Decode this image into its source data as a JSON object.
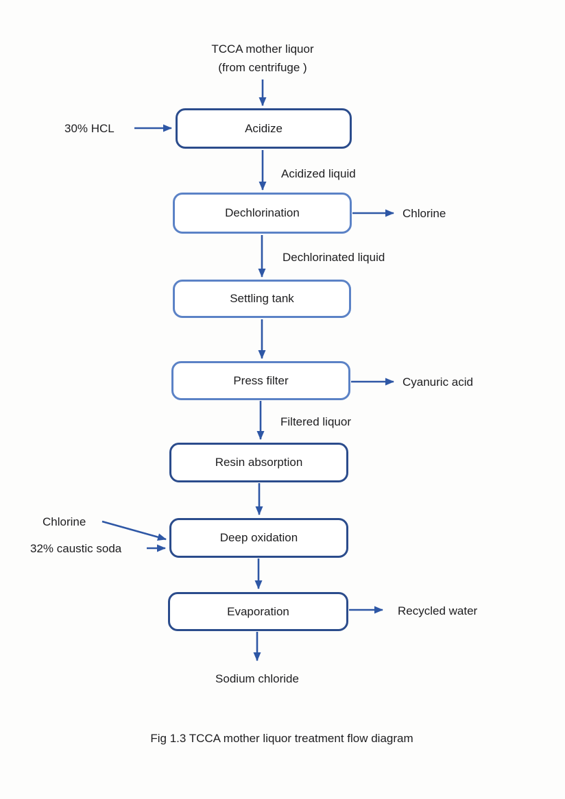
{
  "source": {
    "line1": "TCCA mother liquor",
    "line2": "(from centrifuge )"
  },
  "nodes": [
    {
      "label": "Acidize"
    },
    {
      "label": "Dechlorination"
    },
    {
      "label": "Settling tank"
    },
    {
      "label": "Press filter"
    },
    {
      "label": "Resin absorption"
    },
    {
      "label": "Deep oxidation"
    },
    {
      "label": "Evaporation"
    }
  ],
  "side_inputs": [
    {
      "label": "30% HCL",
      "target": "Acidize"
    },
    {
      "label": "Chlorine",
      "target": "Deep oxidation"
    },
    {
      "label": "32% caustic soda",
      "target": "Deep oxidation"
    }
  ],
  "side_outputs": [
    {
      "label": "Chlorine",
      "source": "Dechlorination"
    },
    {
      "label": "Cyanuric acid",
      "source": "Press filter"
    },
    {
      "label": "Recycled water",
      "source": "Evaporation"
    },
    {
      "label": "Sodium chloride",
      "source": "Evaporation"
    }
  ],
  "stream_labels": [
    {
      "label": "Acidized liquid",
      "from": "Acidize",
      "to": "Dechlorination"
    },
    {
      "label": "Dechlorinated liquid",
      "from": "Dechlorination",
      "to": "Settling tank"
    },
    {
      "label": "Filtered liquor",
      "from": "Press filter",
      "to": "Resin absorption"
    }
  ],
  "caption": "Fig 1.3 TCCA mother liquor treatment flow diagram",
  "colors": {
    "arrow": "#2e57a5",
    "node_border_dark": "#2b4c8c",
    "node_border_light": "#5b82c6",
    "text": "#1d1d1f",
    "background": "#fdfdfc"
  }
}
